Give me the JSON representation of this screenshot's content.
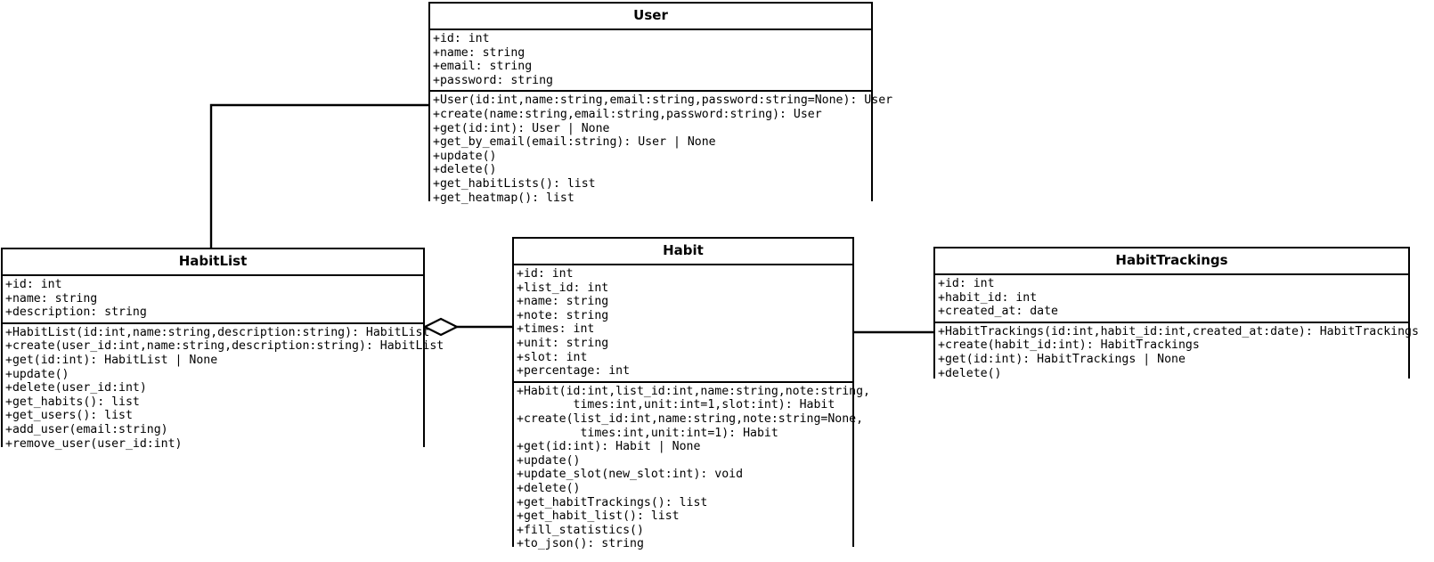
{
  "diagram": {
    "kind": "uml-class-diagram",
    "background": "#ffffff",
    "line_color": "#000000"
  },
  "classes": {
    "user": {
      "name": "User",
      "attributes": [
        "+id: int",
        "+name: string",
        "+email: string",
        "+password: string"
      ],
      "methods": [
        "+User(id:int,name:string,email:string,password:string=None): User",
        "+create(name:string,email:string,password:string): User",
        "+get(id:int): User | None",
        "+get_by_email(email:string): User | None",
        "+update()",
        "+delete()",
        "+get_habitLists(): list",
        "+get_heatmap(): list"
      ]
    },
    "habitlist": {
      "name": "HabitList",
      "attributes": [
        "+id: int",
        "+name: string",
        "+description: string"
      ],
      "methods": [
        "+HabitList(id:int,name:string,description:string): HabitList",
        "+create(user_id:int,name:string,description:string): HabitList",
        "+get(id:int): HabitList | None",
        "+update()",
        "+delete(user_id:int)",
        "+get_habits(): list",
        "+get_users(): list",
        "+add_user(email:string)",
        "+remove_user(user_id:int)"
      ]
    },
    "habit": {
      "name": "Habit",
      "attributes": [
        "+id: int",
        "+list_id: int",
        "+name: string",
        "+note: string",
        "+times: int",
        "+unit: string",
        "+slot: int",
        "+percentage: int"
      ],
      "methods": [
        "+Habit(id:int,list_id:int,name:string,note:string,",
        "        times:int,unit:int=1,slot:int): Habit",
        "+create(list_id:int,name:string,note:string=None,",
        "         times:int,unit:int=1): Habit",
        "+get(id:int): Habit | None",
        "+update()",
        "+update_slot(new_slot:int): void",
        "+delete()",
        "+get_habitTrackings(): list",
        "+get_habit_list(): list",
        "+fill_statistics()",
        "+to_json(): string"
      ]
    },
    "habittrackings": {
      "name": "HabitTrackings",
      "attributes": [
        "+id: int",
        "+habit_id: int",
        "+created_at: date"
      ],
      "methods": [
        "+HabitTrackings(id:int,habit_id:int,created_at:date): HabitTrackings",
        "+create(habit_id:int): HabitTrackings",
        "+get(id:int): HabitTrackings | None",
        "+delete()"
      ]
    }
  },
  "relations": [
    {
      "id": "user-habitlist",
      "from": "User",
      "to": "HabitList",
      "type": "association",
      "style": "orthogonal"
    },
    {
      "id": "habitlist-habit",
      "from": "HabitList",
      "to": "Habit",
      "type": "aggregation",
      "style": "straight",
      "marker": "hollow-diamond"
    },
    {
      "id": "habit-habittrackings",
      "from": "Habit",
      "to": "HabitTrackings",
      "type": "association",
      "style": "straight"
    }
  ]
}
